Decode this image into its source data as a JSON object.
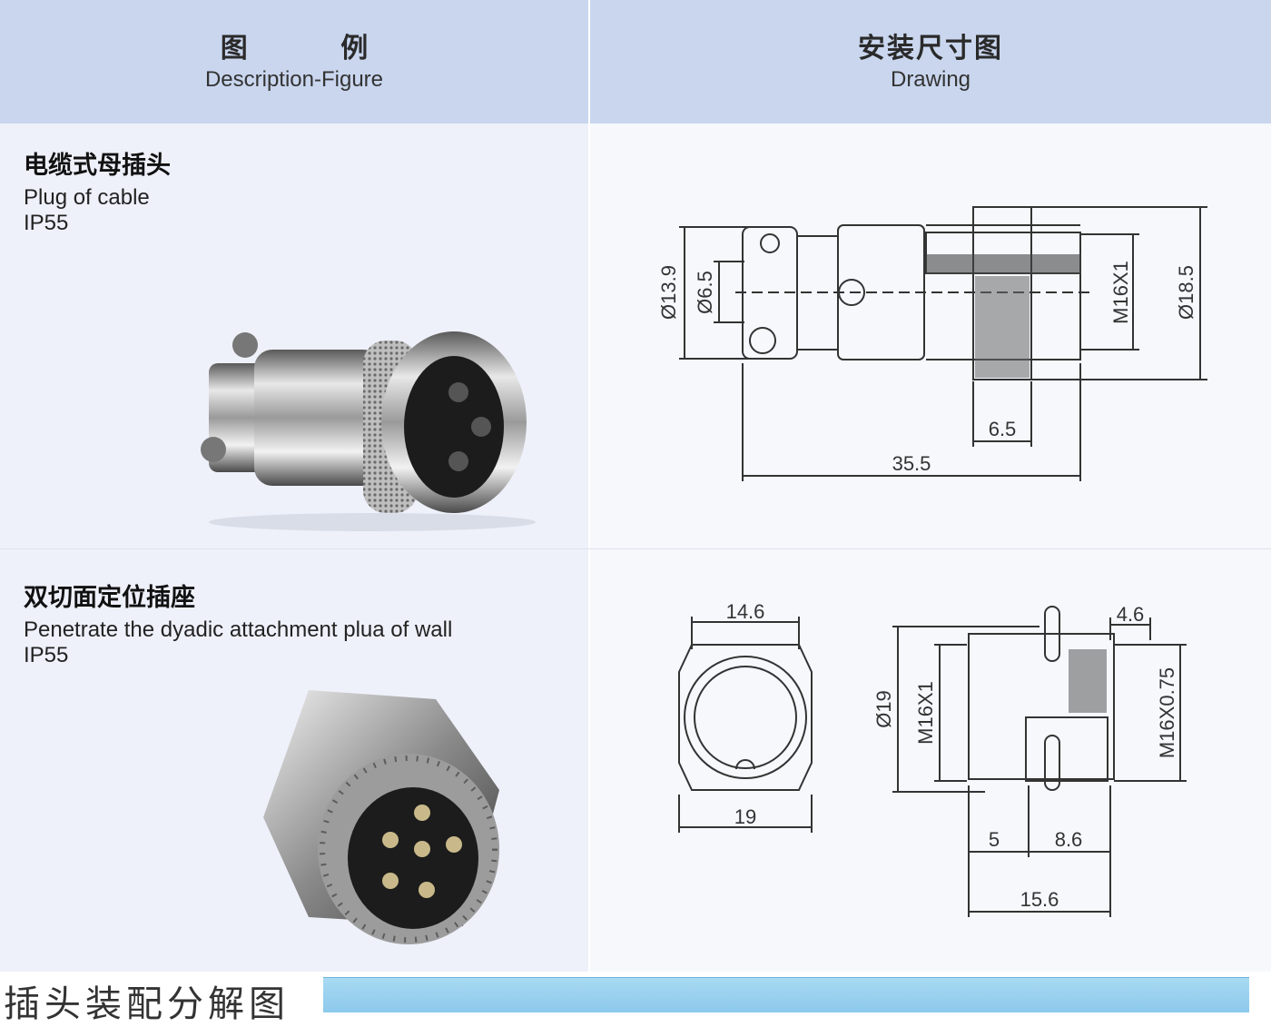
{
  "header": {
    "left": {
      "cn": "图 例",
      "en": "Description-Figure"
    },
    "right": {
      "cn": "安装尺寸图",
      "en": "Drawing"
    }
  },
  "rows": [
    {
      "cn": "电缆式母插头",
      "en": "Plug of cable",
      "rating": "IP55"
    },
    {
      "cn": "双切面定位插座",
      "en": "Penetrate the dyadic attachment plua of wall",
      "rating": "IP55"
    }
  ],
  "drawing1": {
    "d1": "Ø13.9",
    "d2": "Ø6.5",
    "thread": "M16X1",
    "d3": "Ø18.5",
    "len_small": "6.5",
    "len_total": "35.5"
  },
  "drawing2": {
    "w_top": "14.6",
    "w_bottom": "19",
    "d1": "Ø19",
    "thread1": "M16X1",
    "thread2": "M16X0.75",
    "t_top": "4.6",
    "l1": "5",
    "l2": "8.6",
    "l_total": "15.6"
  },
  "footer": {
    "title": "插头装配分解图"
  },
  "colors": {
    "header_bg": "#c9d6ee",
    "footer_bar": "#9fd3f0"
  }
}
